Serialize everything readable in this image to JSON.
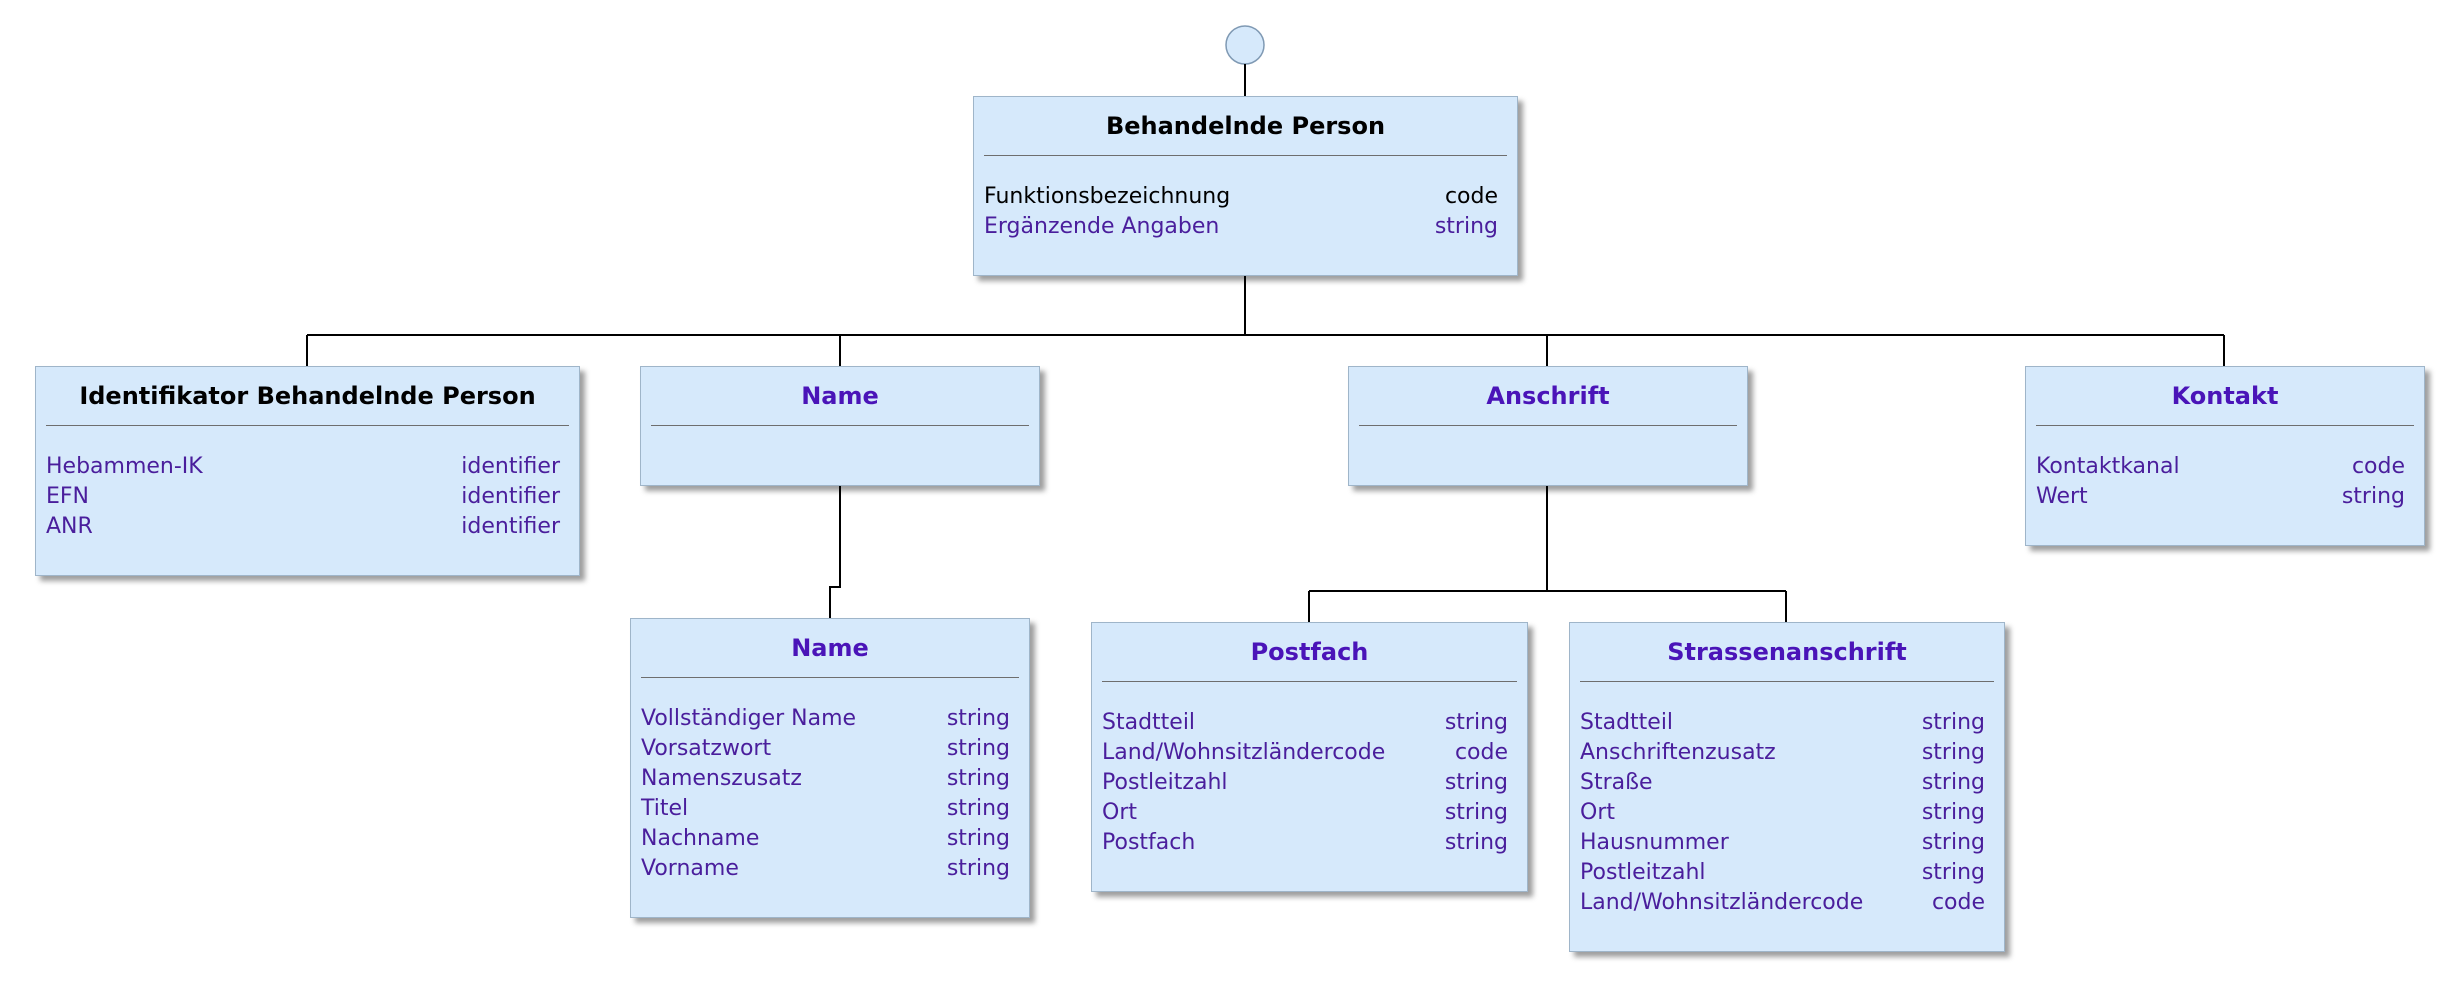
{
  "nodes": {
    "root": {
      "title": "Behandelnde Person",
      "rows": [
        {
          "name": "Funktionsbezeichnung",
          "type": "code"
        },
        {
          "name": "Ergänzende Angaben",
          "type": "string"
        }
      ]
    },
    "identifikator": {
      "title": "Identifikator Behandelnde Person",
      "rows": [
        {
          "name": "Hebammen-IK",
          "type": "identifier"
        },
        {
          "name": "EFN",
          "type": "identifier"
        },
        {
          "name": "ANR",
          "type": "identifier"
        }
      ]
    },
    "name": {
      "title": "Name",
      "rows": []
    },
    "anschrift": {
      "title": "Anschrift",
      "rows": []
    },
    "kontakt": {
      "title": "Kontakt",
      "rows": [
        {
          "name": "Kontaktkanal",
          "type": "code"
        },
        {
          "name": "Wert",
          "type": "string"
        }
      ]
    },
    "name_detail": {
      "title": "Name",
      "rows": [
        {
          "name": "Vollständiger Name",
          "type": "string"
        },
        {
          "name": "Vorsatzwort",
          "type": "string"
        },
        {
          "name": "Namenszusatz",
          "type": "string"
        },
        {
          "name": "Titel",
          "type": "string"
        },
        {
          "name": "Nachname",
          "type": "string"
        },
        {
          "name": "Vorname",
          "type": "string"
        }
      ]
    },
    "postfach": {
      "title": "Postfach",
      "rows": [
        {
          "name": "Stadtteil",
          "type": "string"
        },
        {
          "name": "Land/Wohnsitzländercode",
          "type": "code"
        },
        {
          "name": "Postleitzahl",
          "type": "string"
        },
        {
          "name": "Ort",
          "type": "string"
        },
        {
          "name": "Postfach",
          "type": "string"
        }
      ]
    },
    "strasse": {
      "title": "Strassenanschrift",
      "rows": [
        {
          "name": "Stadtteil",
          "type": "string"
        },
        {
          "name": "Anschriftenzusatz",
          "type": "string"
        },
        {
          "name": "Straße",
          "type": "string"
        },
        {
          "name": "Ort",
          "type": "string"
        },
        {
          "name": "Hausnummer",
          "type": "string"
        },
        {
          "name": "Postleitzahl",
          "type": "string"
        },
        {
          "name": "Land/Wohnsitzländercode",
          "type": "code"
        }
      ]
    }
  },
  "colors": {
    "box_fill": "#d6e9fb",
    "box_border": "#9fb5c9",
    "link_text": "#4a14b8",
    "plain_text": "#000000",
    "connector": "#000000",
    "start_circle_fill": "#d6e9fb"
  }
}
